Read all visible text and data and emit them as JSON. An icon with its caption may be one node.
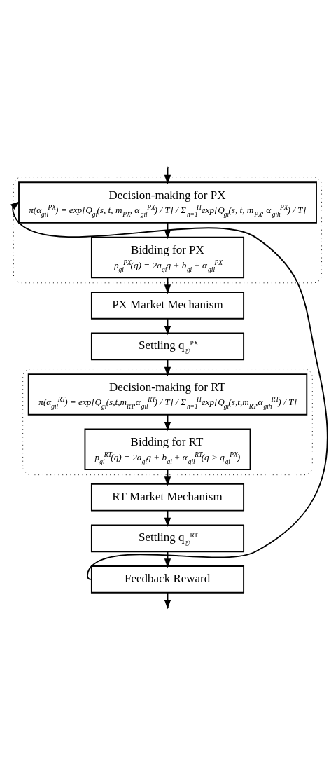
{
  "diagram": {
    "nodes": [
      {
        "text": [],
        "shape": "box"
      },
      {
        "text": [
          "Decision-making for PX",
          "π(α$_{gil}$$^{PX}$) = exp[Q$_{gi}$(s, t, m$_{PX}$, α$_{gil}$$^{PX}$) / T] / Σ$_{h=1}$$^{H}$exp[Q$_{gi}$(s, t, m$_{PX}$, α$_{gih}$$^{PX}$) / T]"
        ],
        "in": 0
      },
      {
        "text": [
          "Bidding for PX",
          "p$_{gi}$$^{PX}$(q) = 2a$_{gi}$q + b$_{gi}$ + α$_{gil}$$^{PX}$"
        ],
        "in": 0
      },
      {
        "text": [
          "PX Market Mechanism"
        ]
      },
      {
        "text": [
          "Settling q$_{gi}$$^{PX}$"
        ]
      },
      {
        "text": [],
        "shape": "box"
      },
      {
        "text": [
          "Decision-making for RT",
          "π(α$_{gil}$$^{RT}$) = exp[Q$_{gi}$(s,t,m$_{RT}$,α$_{gil}$$^{RT}$) / T] / Σ$_{h=1}$$^{H}$exp[Q$_{gi}$(s,t,m$_{RT}$,α$_{gih}$$^{RT}$) / T]"
        ],
        "in": 5
      },
      {
        "text": [
          "Bidding for RT",
          "p$_{gi}$$^{RT}$(q) = 2a$_{gi}$q + b$_{gi}$ + α$_{gil}$$^{RT}$(q > q$_{gi}$$^{PX}$)"
        ],
        "in": 5
      },
      {
        "text": [
          "RT Market Mechanism"
        ]
      },
      {
        "text": [
          "Settling q$_{gi}$$^{RT}$"
        ]
      },
      {
        "text": [
          "Feedback Reward"
        ]
      }
    ],
    "edges": [
      {
        "from": null,
        "to": 1,
        "arrow": "to"
      },
      {
        "from": 1,
        "to": 2,
        "arrow": "to"
      },
      {
        "from": 2,
        "to": 3,
        "arrow": "to"
      },
      {
        "from": 3,
        "to": 4,
        "arrow": "to"
      },
      {
        "from": 4,
        "to": 6,
        "arrow": "to"
      },
      {
        "from": 6,
        "to": 7,
        "arrow": "to"
      },
      {
        "from": 7,
        "to": 8,
        "arrow": "to"
      },
      {
        "from": 8,
        "to": 9,
        "arrow": "to"
      },
      {
        "from": 9,
        "to": 10,
        "arrow": "to"
      },
      {
        "from": 10,
        "to": null,
        "arrow": "to"
      },
      {
        "from": 10,
        "to": 1,
        "arrow": "to"
      }
    ]
  }
}
